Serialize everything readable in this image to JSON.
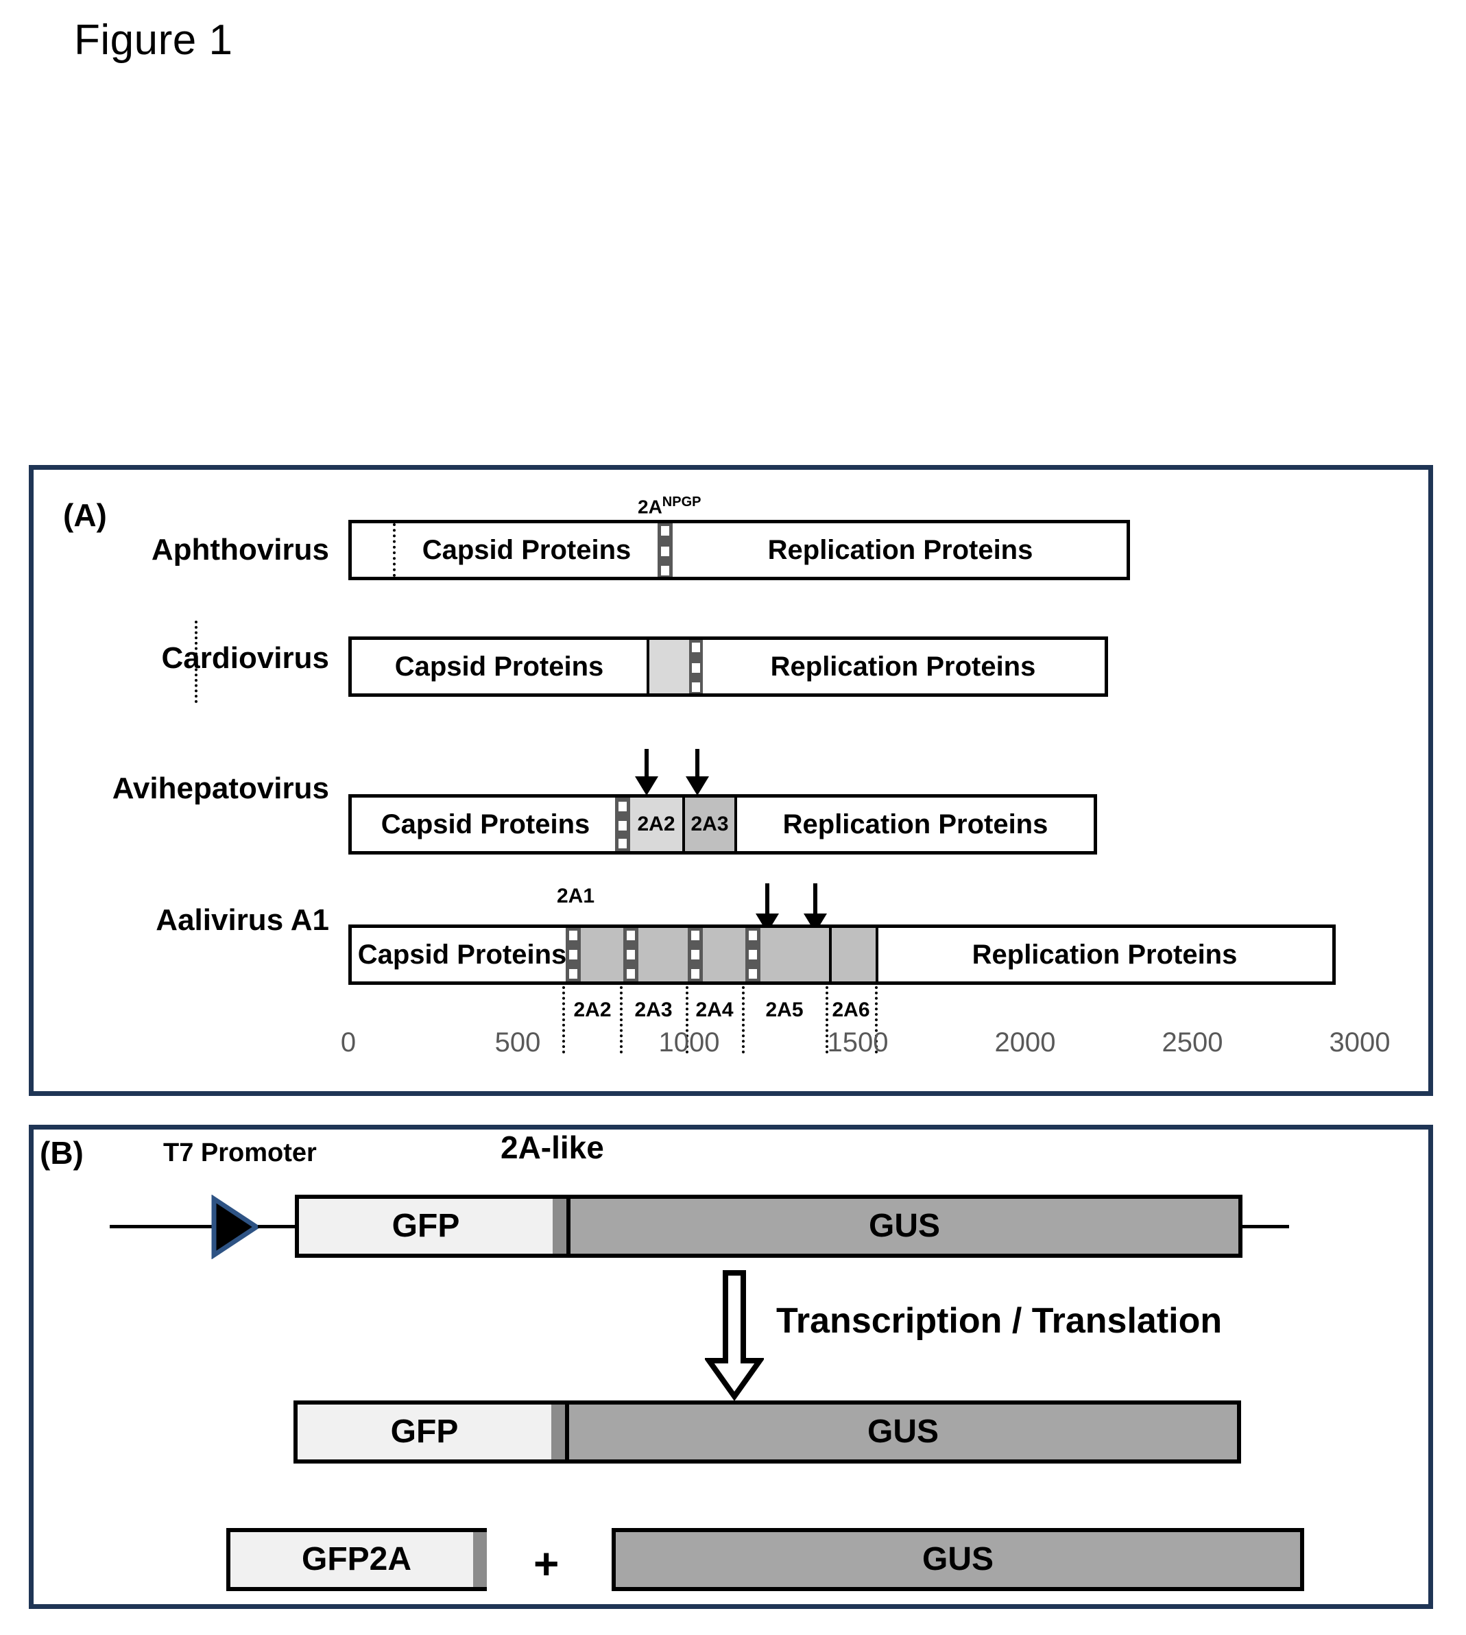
{
  "figure": {
    "title": "Figure 1"
  },
  "panel_a": {
    "label": "(A)",
    "rows": [
      {
        "name": "Aphthovirus",
        "capsid_label": "Capsid Proteins",
        "replication_label": "Replication Proteins",
        "marker_label": "2A",
        "marker_sup": "NPGP"
      },
      {
        "name": "Cardiovirus",
        "capsid_label": "Capsid Proteins",
        "replication_label": "Replication Proteins"
      },
      {
        "name": "Avihepatovirus",
        "capsid_label": "Capsid Proteins",
        "replication_label": "Replication Proteins",
        "segments": [
          "2A2",
          "2A3"
        ]
      },
      {
        "name": "Aalivirus A1",
        "capsid_label": "Capsid Proteins",
        "replication_label": "Replication Proteins",
        "top_label": "2A1",
        "segments": [
          "2A2",
          "2A3",
          "2A4",
          "2A5",
          "2A6"
        ]
      }
    ],
    "axis": {
      "ticks": [
        "0",
        "500",
        "1000",
        "1500",
        "2000",
        "2500",
        "3000"
      ],
      "min": 0,
      "max": 3000
    }
  },
  "panel_b": {
    "label": "(B)",
    "promoter_label": "T7 Promoter",
    "twoa_label": "2A-like",
    "construct": {
      "gfp": "GFP",
      "gus": "GUS"
    },
    "process_label": "Transcription / Translation",
    "fusion": {
      "gfp": "GFP",
      "gus": "GUS"
    },
    "products": {
      "gfp2a": "GFP2A",
      "plus": "+",
      "gus": "GUS"
    }
  },
  "colors": {
    "panel_border": "#1f3555",
    "segment_light": "#d9d9d9",
    "segment_mid": "#bfbfbf",
    "segment_dark": "#595959",
    "gfp_fill": "#f1f1f1",
    "gus_fill": "#a6a6a6",
    "promoter_outline": "#2e5384",
    "tick_text": "#595959"
  }
}
